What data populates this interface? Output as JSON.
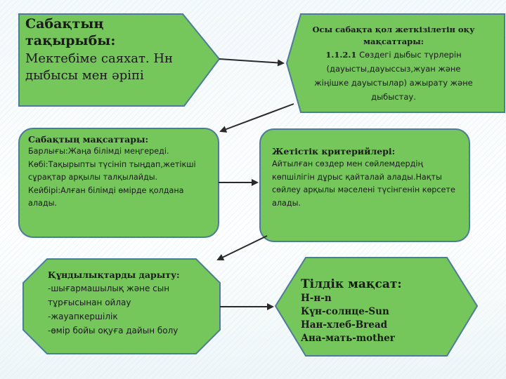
{
  "colors": {
    "box_fill": "#75c75c",
    "box_stroke": "#4c7c99",
    "arrow": "#2a2a2a"
  },
  "title_box": {
    "heading": "Сабақтың тақырыбы:",
    "body": "Мектебіме саяхат. Нн дыбысы мен әріпі"
  },
  "goals_box": {
    "heading": "Осы сабақта қол жеткізілетін оқу мақсаттары:",
    "code": "1.1.2.1",
    "body": "Сөздегі дыбыс түрлерін (дауысты,дауыссыз,жуан және жіңішке дауыстылар) ажырату және дыбыстау."
  },
  "objectives_box": {
    "heading": "Сабақтың мақсаттары:",
    "body": "Барлығы:Жаңа білімді меңгереді.\nКөбі:Тақырыпты түсініп тыңдап,жетікші сұрақтар арқылы талқылайды.\nКейбірі:Алған білімді өмірде қолдана алады."
  },
  "criteria_box": {
    "heading": "Жетістік критерийлері:",
    "body": "Айтылған сөздер мен сөйлемдердің көпшілігін дұрыс қайталай алады.Нақты сөйлеу арқылы мәселені түсінгенін көрсете алады."
  },
  "values_box": {
    "heading": "Құндылықтарды дарыту:",
    "body": "-шығармашылық және сын тұрғысынан ойлау\n-жауапкершілік\n-өмір бойы оқуға дайын болу"
  },
  "language_box": {
    "heading": "Тілдік мақсат:",
    "body": "Н-н-n\nКүн-солнце-Sun\nНан-хлеб-Bread\nАна-мать-mother"
  }
}
